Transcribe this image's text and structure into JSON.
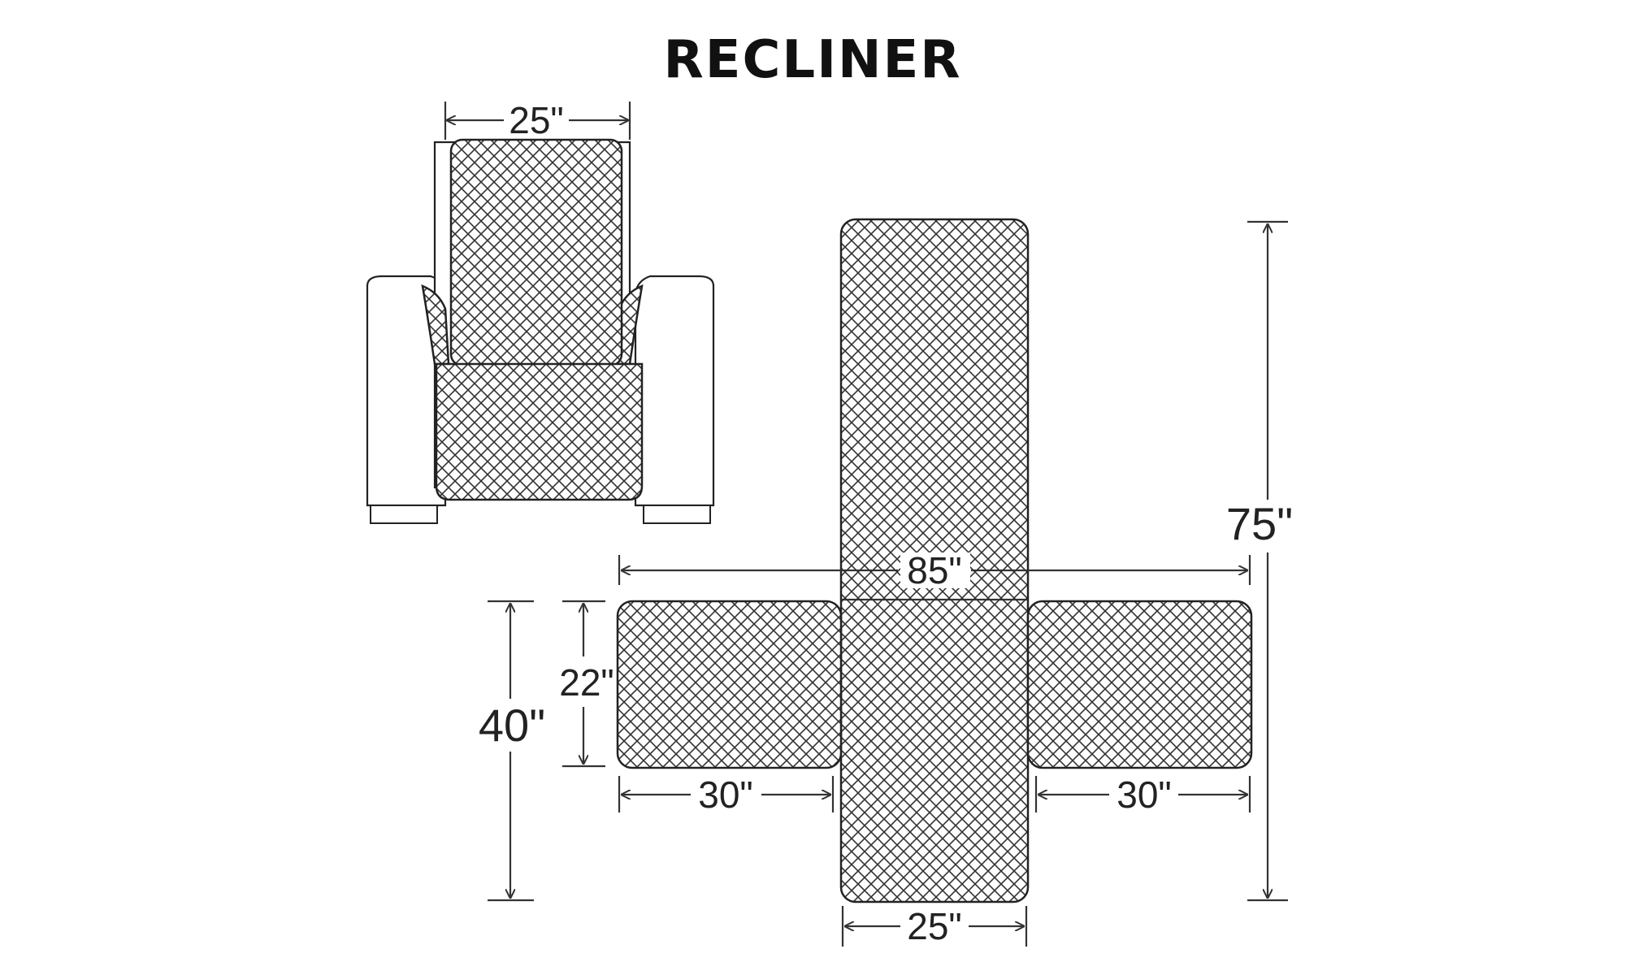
{
  "title": "RECLINER",
  "dimensions": {
    "chair_back_width": "25\"",
    "total_length": "75\"",
    "total_width": "85\"",
    "arm_depth": "22\"",
    "arm_side_height": "40\"",
    "left_arm_width": "30\"",
    "right_arm_width": "30\"",
    "seat_width": "25\""
  },
  "colors": {
    "line": "#222222",
    "background": "#ffffff"
  }
}
